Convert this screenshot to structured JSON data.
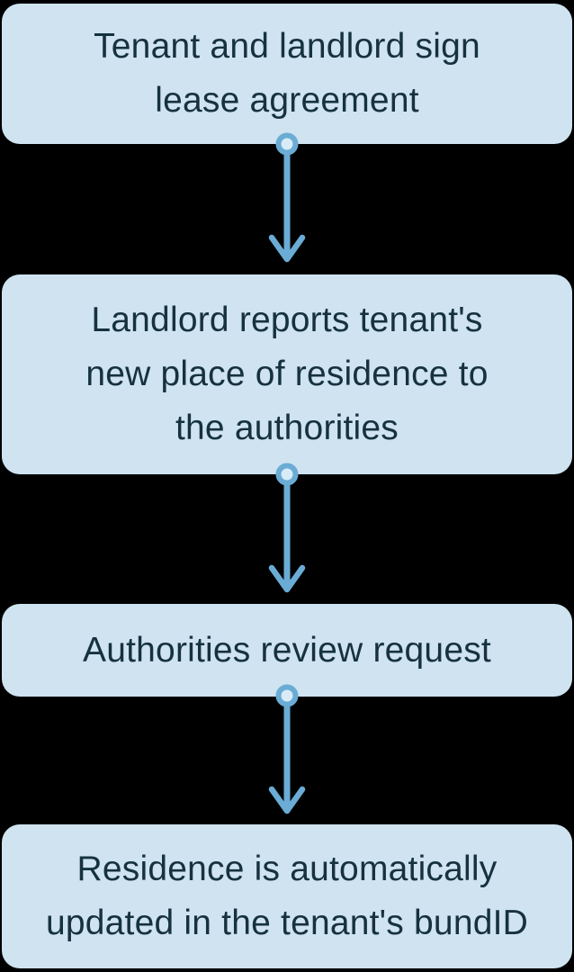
{
  "diagram": {
    "title_hint": "residence-registration-flow",
    "steps": [
      {
        "text": "Tenant and landlord sign\nlease agreement"
      },
      {
        "text": "Landlord reports tenant's\nnew place of residence to\nthe authorities"
      },
      {
        "text": "Authorities review request"
      },
      {
        "text": "Residence is automatically\nupdated in the tenant's bundID"
      }
    ],
    "colors": {
      "background": "#000000",
      "box_fill": "#cfe3f0",
      "text": "#16323e",
      "arrow": "#6aacd5",
      "connector_dot_fill": "#d8ecf7"
    }
  }
}
